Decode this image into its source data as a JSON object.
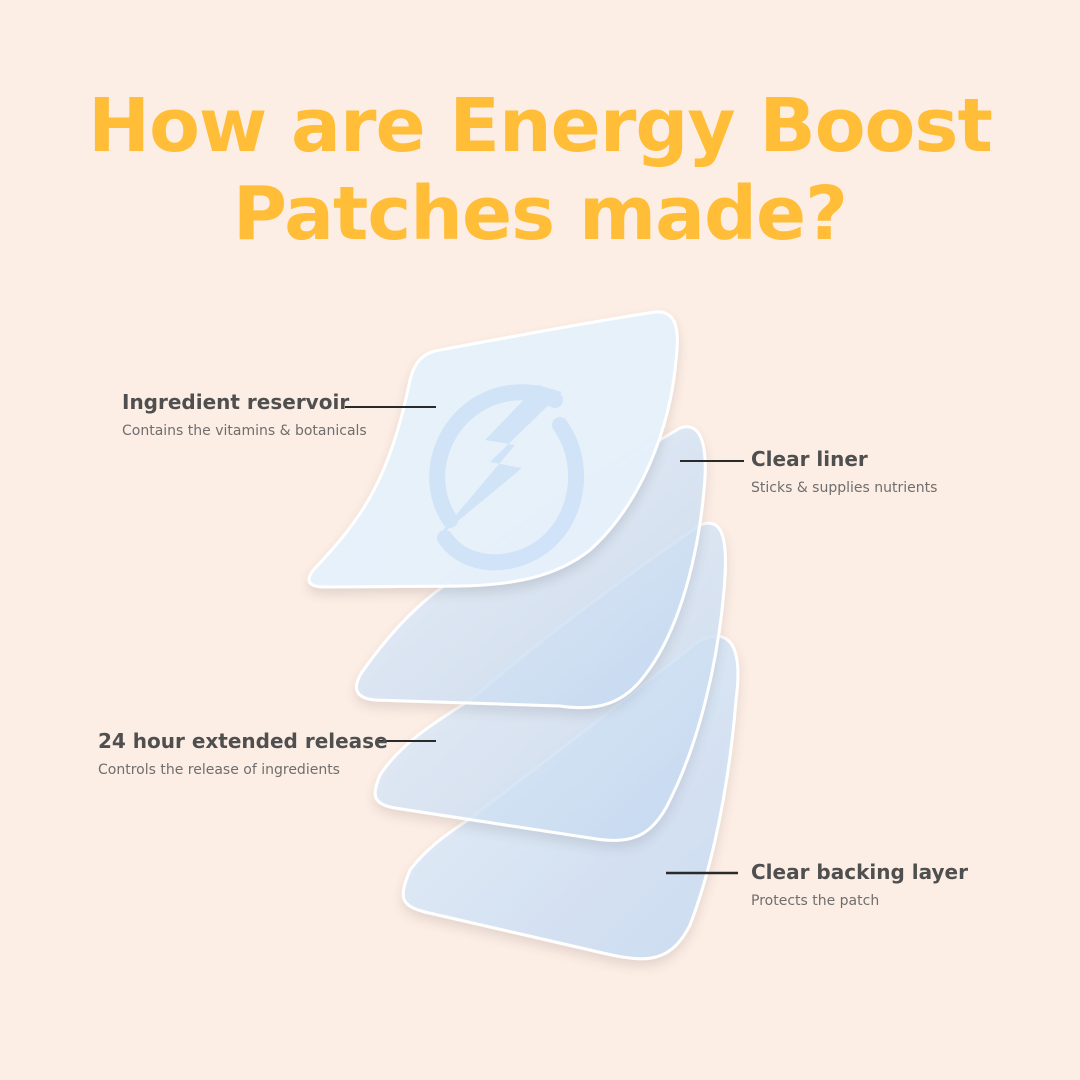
{
  "colors": {
    "background": "#fdeee5",
    "title": "#ffbd38",
    "label_title": "#4f4f4f",
    "label_desc": "#6e6e6e",
    "leader_line": "#2a2a2a",
    "patch_fill_light": "#e6f1fc",
    "patch_fill_dark": "#c4d9f2",
    "patch_edge": "#ffffff",
    "icon_tint": "#c9def7"
  },
  "headline": {
    "line1": "How are Energy Boost",
    "line2": "Patches made?"
  },
  "layers": [
    {
      "title": "Ingredient reservoir",
      "description": "Contains the vitamins & botanicals"
    },
    {
      "title": "Clear liner",
      "description": "Sticks & supplies nutrients"
    },
    {
      "title": "24 hour extended release",
      "description": "Controls the release of ingredients"
    },
    {
      "title": "Clear backing layer",
      "description": "Protects the patch"
    }
  ],
  "icons": {
    "top_patch_emblem": "lightning-bolt-icon"
  }
}
